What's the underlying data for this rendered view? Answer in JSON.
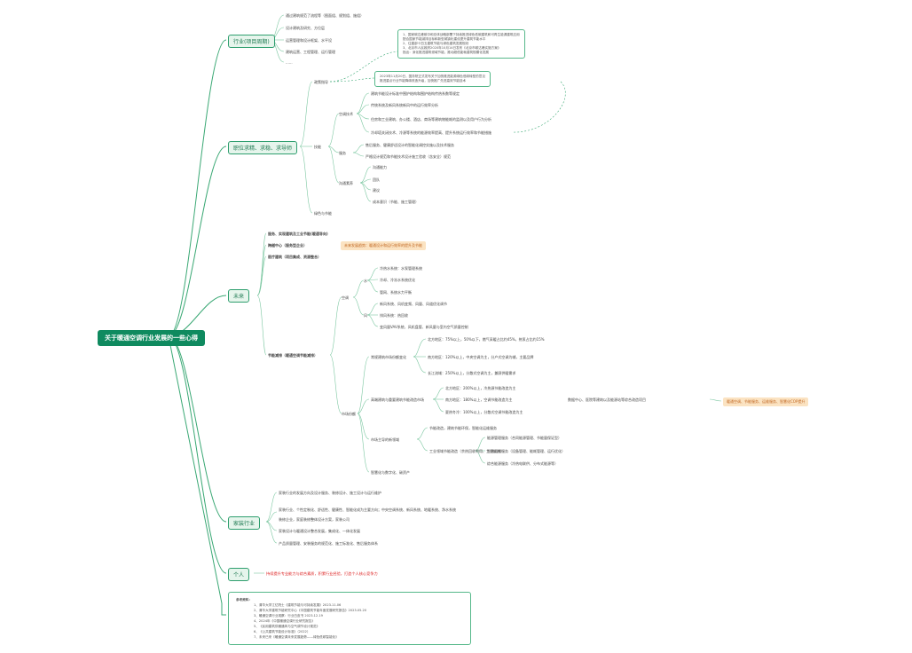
{
  "root": "关于暖通空调行业发展的一些心得",
  "b1": {
    "industry": "行业(项目周期)",
    "career": "职位求精、求稳、求导师",
    "future": "未来",
    "family": "家装行业",
    "personal": "个人"
  },
  "industry_items": [
    "通过建筑规范了流程等（图面组、规划组、施组）",
    "设计建筑及研究、方位层",
    "运营管理和设计框架、水平设",
    "建筑运营、工程管理、运行管理",
    "......"
  ],
  "career": {
    "policy": "政策指导",
    "tech": "技能",
    "ac_tech": "空调技术",
    "ac_items": [
      "建筑节能设计标准中围护结构和围护结构传热系数等规定",
      "传统系统及新风系统新风中的运行效率分析",
      "住房和工业建筑、办公楼、酒店、商场等建筑物能耗的监测以及用户行为分析",
      "冷却塔关闭技术、冷源等系统的能源效率提高、提升系统运行效率和节能措施"
    ],
    "service": "服务",
    "service_items": [
      "售后服务、健康舒适设计的智能化调控实施以及技术服务",
      "严格设计规范和节能技术设计施工验收（含安全）规范"
    ],
    "quality": "沟通素养",
    "quality_items": [
      "沟通能力",
      "团队",
      "建议",
      "成本意识（节能、施工管理）"
    ],
    "green": "绿色与节能"
  },
  "notes": {
    "policy_note": [
      "1、国家碳达峰碳中和总体战略部署下持续推进绿色低碳建筑和可再生能源建筑应用",
      "配合国家节能减排目标和新型城镇化建设提升建筑节能水平",
      "2、住建部十四五建筑节能与绿色建筑发展规划",
      "3、北京市人民政府2020年10月14日发布《北京市碳达峰实施方案》",
      "指出：深化推进建筑领域节能，推动超低能耗建筑规模化发展"
    ],
    "policy_note2": [
      "2023年11月20日，国务院正式发布关于加快推进能源绿色低碳转型的意见",
      "推进重点行业节能降碳改造升级，加快推广先进高效节能技术"
    ]
  },
  "future": {
    "f1": "服务、实现建筑及工业节能(暖通导向)",
    "f2": "跨越中心（服务型企业）",
    "f3": "医疗建筑（项目集成、资源整合）",
    "f_note": "未来发展趋势：暖通设计和运行效率的提升及节能",
    "trend": "节能减排（暖通空调节能减排）",
    "ac": "空调",
    "ac_a": "水",
    "ac_a_items": [
      "冷热水系统：水泵管理系统",
      "冷却、冷冻水系统优化",
      "管网、系统水力平衡"
    ],
    "ac_b": "风",
    "ac_b_items": [
      "新风系统、风机变频、风量、风道优化调节",
      "排风系统：热回收",
      "变风量VAV系统、风机盘管、新风量与室内空气质量控制"
    ],
    "market": "市场份额",
    "m1": "常规建筑市场份额变化",
    "m1_items": [
      "北方地区：75%以上，50%以下，燃气采暖占比约45%，热泵占比约15%",
      "南方地区：120%以上，中央空调为主，分户式空调为辅，主要品牌",
      "长江流域：250%以上，分散式空调为主，兼顾供暖需求"
    ],
    "m2": "高端建筑与重要建筑节能改造市场",
    "m2_items": [
      "北方地区：200%以上，冷热源节能改造为主",
      "南方地区：180%以上，空调节能改造为主",
      "夏热冬冷：100%以上，分散式空调节能改造为主"
    ],
    "m2_note": "数据中心、医院等建筑以及能源站等综合改造项目",
    "m2_hl": "暖通空调、节能服务、运维服务、智慧化COP提升",
    "m3": "市场主导的新领域",
    "m3_items": [
      "节能改造，建筑节能环保，智能化运维服务",
      "工业领域节能改造（余热回收利用、工业废热）"
    ],
    "m3_sub": [
      "能源管理服务（合同能源管理、节能量保证型）",
      "智慧运维服务（设备管理、能耗管理、运行优化）",
      "综合能源服务（冷热电联供、分布式能源等）"
    ],
    "m4": "智慧化与数字化、碳资产"
  },
  "family": [
    "家装行业的发展方向及设计服务、装修设计、施工设计与运行维护",
    "家装行业、个性定制化、舒适性、健康性、智能化成为主要方向；中央空调系统、新风系统、地暖系统、净水系统",
    "装修企业，家庭装修整体设计方案，家装公司",
    "家装设计与暖通设计整合发展，集成化、一体化发展",
    "产品质量管理、安装服务的规范化、施工标准化、售后服务体系"
  ],
  "personal": "持续提升专业能力与综合素质，积累行业经验，打造个人核心竞争力",
  "refs": {
    "title": "参考资料：",
    "items": [
      "1、清华大学江亿院士《建筑节能与可持续发展》2023.11.06",
      "2、清华大学建筑节能研究中心《中国建筑节能年度发展研究报告》2023.05.20",
      "3、暖通空调行业观察：行业白皮书 2023.12.19",
      "4、2024年《中国暖通空调行业研究报告》",
      "5、《民用建筑供暖通风与空气调节设计规范》",
      "6、《公共建筑节能设计标准》（2022）",
      "7、未来已来《暖通空调未来发展趋势——绿色低碳智能化》"
    ]
  }
}
